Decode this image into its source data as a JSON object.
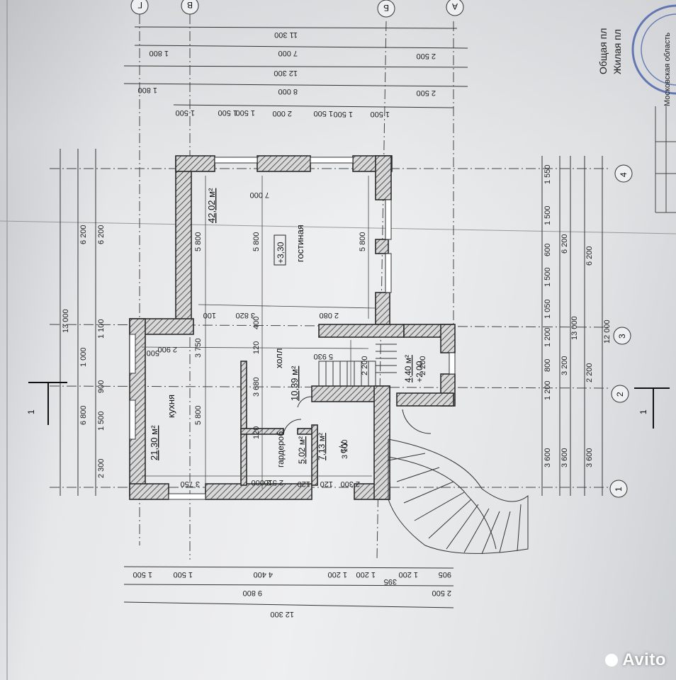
{
  "colors": {
    "wall": "#2b2b2b",
    "line": "#333333",
    "paper": "#eeeff0",
    "stamp": "#3b55a6"
  },
  "rooms": {
    "kitchen": {
      "name": "кухня",
      "area": "21,30 м²"
    },
    "living": {
      "name": "гостиная",
      "area": "42,02 м²",
      "level": "+3,30"
    },
    "hall": {
      "name": "холл",
      "area": "10,39 м²"
    },
    "wardrobe": {
      "name": "гардероб.",
      "area": "5,02 м²"
    },
    "bath": {
      "name": "с/у",
      "area": "7,13 м²"
    },
    "vestibule": {
      "area": "4,40 м²",
      "level": "+2,00"
    }
  },
  "top_dims": {
    "r1": "11 300",
    "r2a": "1 800",
    "r2b": "7 000",
    "r2c": "2 500",
    "r3": "12 300",
    "r4a": "1 800",
    "r4b": "8 000",
    "r4c": "2 500",
    "r5": [
      "1 500",
      "1 500",
      "1 500",
      "2 000",
      "1 500",
      "1 500",
      "1 500"
    ]
  },
  "left_dims": {
    "total": "13 000",
    "r2": [
      "6 800",
      "1 000",
      "6 200"
    ],
    "r3": [
      "2 300",
      "1 500",
      "900",
      "1 100",
      "6 200"
    ]
  },
  "right_dims": {
    "r1": [
      "1 550",
      "1 500",
      "600",
      "1 500",
      "1 050",
      "1 200",
      "800",
      "1 200",
      "3 600"
    ],
    "r2": [
      "6 200",
      "3 200",
      "3 600"
    ],
    "r3": "13 000",
    "r4": [
      "3 600",
      "2 200",
      "6 200"
    ],
    "r5": "12 000"
  },
  "bottom_dims": {
    "r1": [
      "1 500",
      "1 500",
      "4 400",
      "1 200",
      "1 200",
      "1 200",
      "905"
    ],
    "r1b": "395",
    "r2a": "2 500",
    "r2b": "9 800",
    "r3": "12 300"
  },
  "inner_dims": {
    "liv_w": "7 000",
    "liv_h1": "5 800",
    "liv_h2": "5 800",
    "liv_h3": "5 800",
    "d3820": "3 820",
    "d2080": "2 080",
    "d100": "100",
    "k_w": "3 750",
    "k_h": "5 800",
    "d2900": "2 900",
    "d3750": "3 750",
    "h3680": "3 680",
    "h5930": "5 930",
    "d2200a": "2 200",
    "d2200b": "2 200",
    "d2000": "2 000",
    "d2510": "2 510",
    "d3100": "3 100",
    "d2300": "2 300",
    "d120a": "120",
    "d120b": "120",
    "d120c": "120",
    "d120d": "120",
    "d400": "400",
    "d500": "500"
  },
  "axes": {
    "a": "А",
    "b": "Б",
    "v": "В",
    "g": "Г",
    "n1": "1",
    "n2": "2",
    "n3": "3",
    "n4": "4"
  },
  "section": "1",
  "stamp_text": "Московская область",
  "title_lines": [
    "Общая пл",
    "Жилая пл"
  ],
  "watermark": "Avito"
}
